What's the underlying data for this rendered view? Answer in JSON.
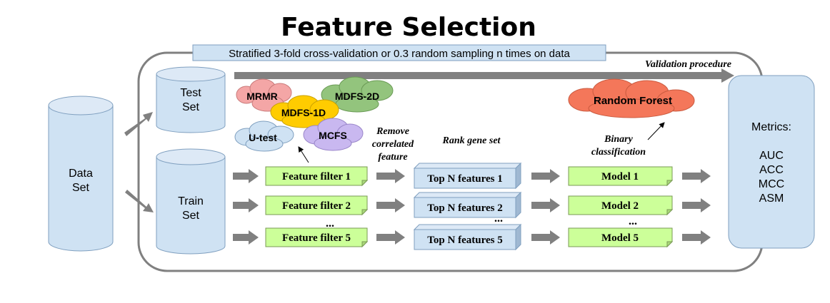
{
  "title": "Feature Selection",
  "banner": "Stratified 3-fold cross-validation or 0.3 random sampling n times on data",
  "validation_label": "Validation procedure",
  "data_set": [
    "Data",
    "Set"
  ],
  "test_set": [
    "Test",
    "Set"
  ],
  "train_set": [
    "Train",
    "Set"
  ],
  "clouds": {
    "mrmr": "MRMR",
    "mdfs2d": "MDFS-2D",
    "mdfs1d": "MDFS-1D",
    "utest": "U-test",
    "mcfs": "MCFS",
    "rf": "Random Forest"
  },
  "annotations": {
    "remove": [
      "Remove",
      "correlated",
      "feature"
    ],
    "rank": "Rank gene set",
    "binary": [
      "Binary",
      "classification"
    ]
  },
  "filters": [
    "Feature filter 1",
    "Feature filter 2",
    "Feature filter 5"
  ],
  "top_features": [
    "Top N features 1",
    "Top N features  2",
    "Top N features  5"
  ],
  "models": [
    "Model 1",
    "Model 2",
    "Model 5"
  ],
  "ellipsis": "...",
  "metrics": {
    "title": "Metrics:",
    "items": [
      "AUC",
      "ACC",
      "MCC",
      "ASM"
    ]
  },
  "colors": {
    "cylinder_fill": "#cfe2f3",
    "cylinder_stroke": "#7f9fbf",
    "green_box": "#ccff99",
    "blue_box": "#cfe2f3",
    "arrow": "#808080",
    "mrmr": "#f4a6a6",
    "mdfs2d": "#93c47d",
    "mdfs1d": "#ffcc00",
    "utest": "#cfe2f3",
    "mcfs": "#c9b8f0",
    "rf": "#f4775a"
  }
}
